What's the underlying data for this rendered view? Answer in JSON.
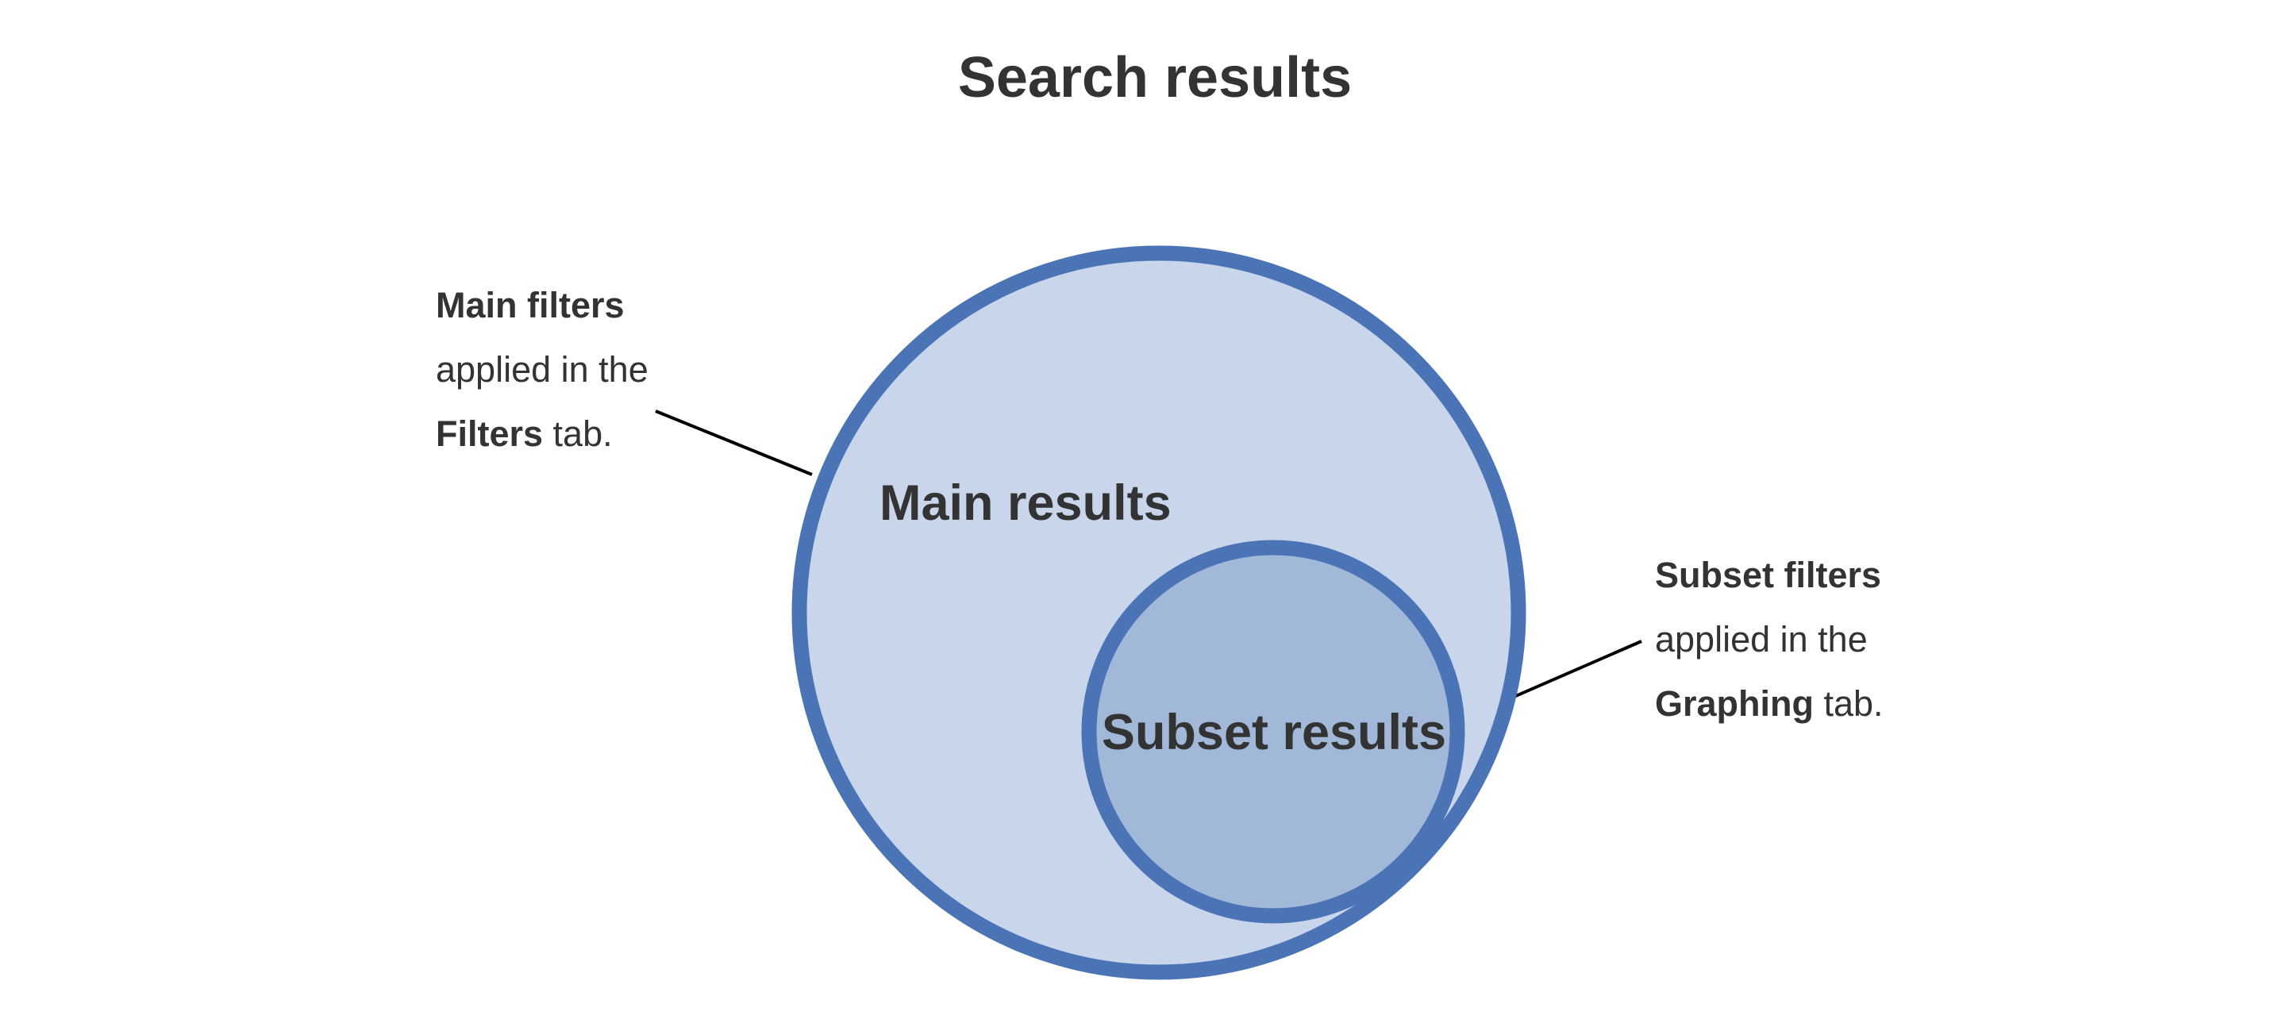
{
  "title": "Search results",
  "colors": {
    "circle_stroke": "#4a74b6",
    "main_fill": "#c8d5ea",
    "subset_fill": "#a2b8d9",
    "text": "#333333",
    "leader_line": "#000000"
  },
  "diagram": {
    "main_circle_label": "Main results",
    "subset_circle_label": "Subset results"
  },
  "callouts": {
    "main": {
      "heading": "Main filters",
      "line2": "applied in the",
      "tab_name": "Filters",
      "tab_suffix": " tab."
    },
    "subset": {
      "heading": "Subset filters",
      "line2": "applied in the",
      "tab_name": "Graphing",
      "tab_suffix": " tab."
    }
  }
}
